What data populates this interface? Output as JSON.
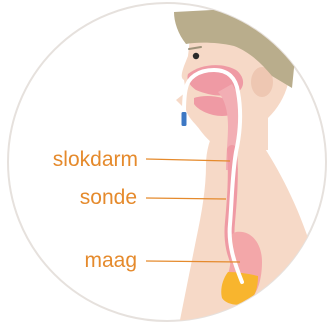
{
  "labels": {
    "slokdarm": "slokdarm",
    "sonde": "sonde",
    "maag": "maag"
  },
  "colors": {
    "accent": "#e58a2c",
    "skin": "#f6d9c7",
    "skin_shadow": "#eec7b2",
    "hair": "#b9ad8c",
    "pink": "#ef9aa4",
    "stomach": "#f3a7a9",
    "stomach_content": "#f8b52e",
    "tube": "#ffffff",
    "tube_tip": "#3d78c4",
    "circle_bg": "#ffffff",
    "circle_border": "#e6e1dd"
  }
}
